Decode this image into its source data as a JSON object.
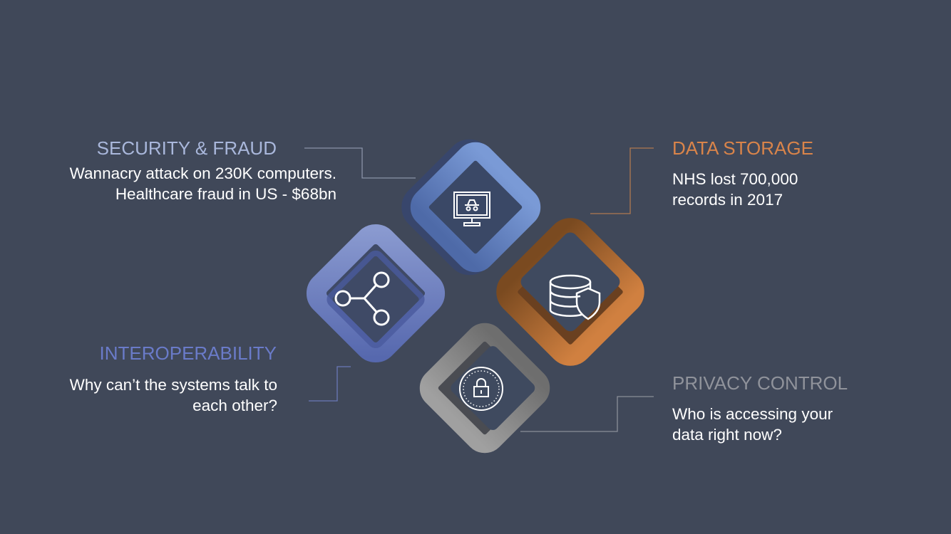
{
  "sections": {
    "security": {
      "title": "SECURITY & FRAUD",
      "line1": "Wannacry attack on 230K computers.",
      "line2": "Healthcare fraud in US - $68bn",
      "color": "#a9b7db",
      "icon": "monitor-spy-icon"
    },
    "storage": {
      "title": "DATA STORAGE",
      "line1": "NHS lost 700,000",
      "line2": "records in 2017",
      "color": "#d9844a",
      "icon": "database-shield-icon"
    },
    "interop": {
      "title": "INTEROPERABILITY",
      "line1": "Why can’t the systems talk to",
      "line2": "each other?",
      "color": "#6a7bc9",
      "icon": "share-nodes-icon"
    },
    "privacy": {
      "title": "PRIVACY CONTROL",
      "line1": "Who is accessing your",
      "line2": "data right now?",
      "color": "#90939b",
      "icon": "lock-circle-icon"
    }
  }
}
